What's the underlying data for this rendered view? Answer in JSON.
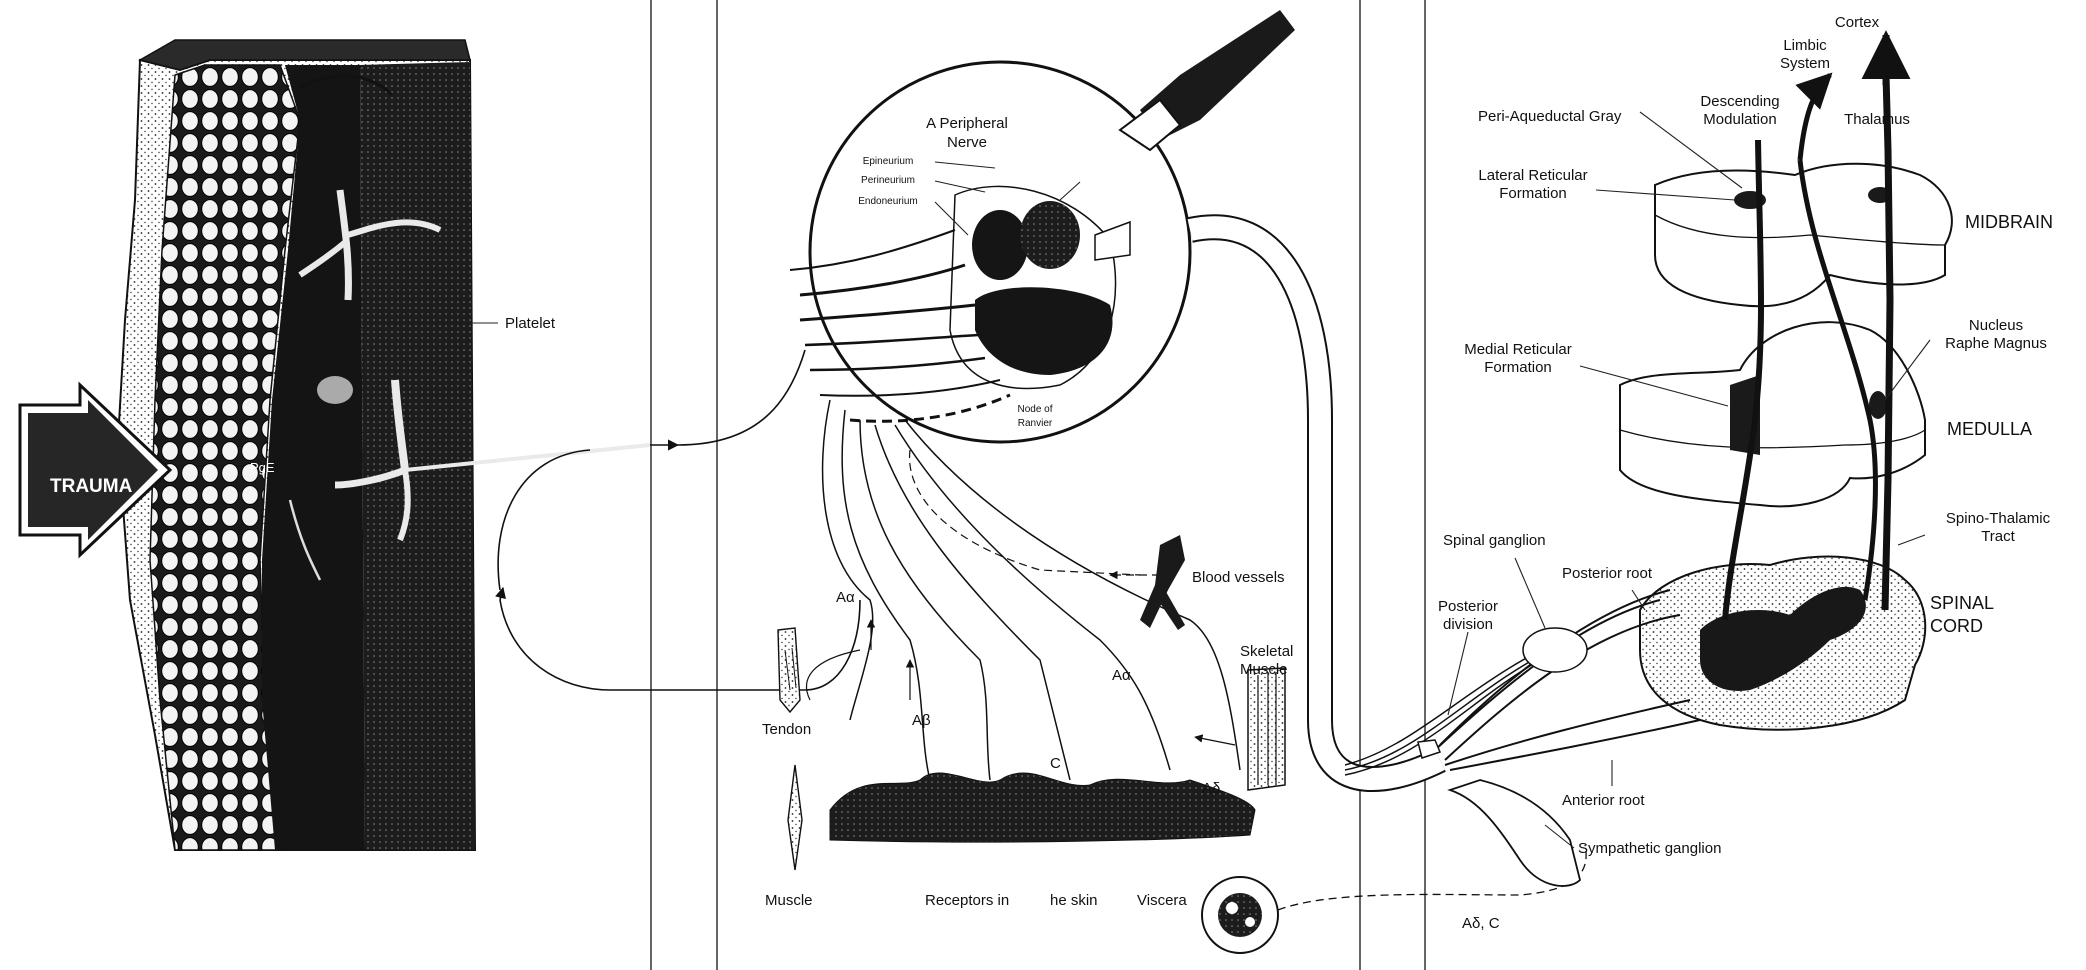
{
  "left_panel": {
    "trauma": "TRAUMA",
    "platelet": "Platelet",
    "pge": "PgE"
  },
  "middle_panel": {
    "nerve_title_line1": "A Peripheral",
    "nerve_title_line2": "Nerve",
    "epineurium": "Epineurium",
    "perineurium": "Perineurium",
    "endoneurium": "Endoneurium",
    "node_line1": "Node of",
    "node_line2": "Ranvier",
    "blood_vessels": "Blood vessels",
    "skeletal_line1": "Skeletal",
    "skeletal_line2": "Muscle",
    "tendon": "Tendon",
    "muscle": "Muscle",
    "receptors": "Receptors in",
    "receptors_2": "he skin",
    "viscera": "Viscera",
    "a_alpha_1": "Aα",
    "a_alpha_2": "Aα",
    "a_beta": "Aβ",
    "c_fiber": "C",
    "a_delta": "Aδ",
    "a_delta_c": "Aδ, C"
  },
  "right_panel": {
    "cortex": "Cortex",
    "limbic_line1": "Limbic",
    "limbic_line2": "System",
    "descending_line1": "Descending",
    "descending_line2": "Modulation",
    "thalamus": "Thalamus",
    "peri_aqueductal": "Peri-Aqueductal Gray",
    "lateral_line1": "Lateral Reticular",
    "lateral_line2": "Formation",
    "midbrain": "MIDBRAIN",
    "medial_line1": "Medial Reticular",
    "medial_line2": "Formation",
    "nucleus_line1": "Nucleus",
    "nucleus_line2": "Raphe Magnus",
    "medulla": "MEDULLA",
    "spino_line1": "Spino-Thalamic",
    "spino_line2": "Tract",
    "spinal_ganglion": "Spinal ganglion",
    "posterior_root": "Posterior root",
    "posterior_div_line1": "Posterior",
    "posterior_div_line2": "division",
    "spinal_cord_line1": "SPINAL",
    "spinal_cord_line2": "CORD",
    "anterior_root": "Anterior root",
    "sympathetic_ganglion": "Sympathetic ganglion"
  }
}
